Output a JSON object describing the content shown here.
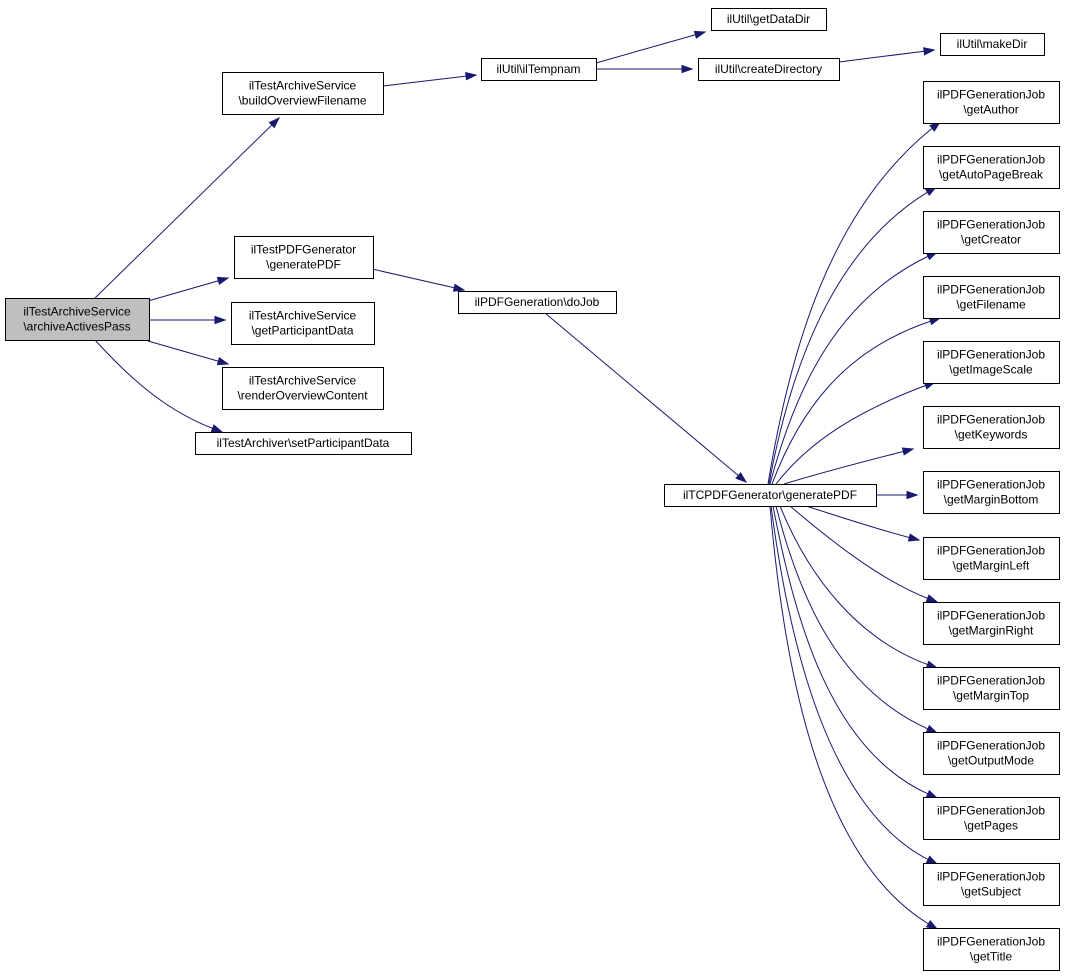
{
  "colors": {
    "edge": "#191970",
    "node_fill": "#ffffff",
    "root_fill": "#bfbfbf",
    "border": "#000000"
  },
  "nodes": [
    {
      "id": "root",
      "lines": [
        "ilTestArchiveService",
        "\\archiveActivesPass"
      ],
      "highlight": true
    },
    {
      "id": "n1",
      "lines": [
        "ilTestArchiveService",
        "\\buildOverviewFilename"
      ]
    },
    {
      "id": "n2",
      "lines": [
        "ilUtil\\ilTempnam"
      ]
    },
    {
      "id": "n3",
      "lines": [
        "ilUtil\\getDataDir"
      ]
    },
    {
      "id": "n4",
      "lines": [
        "ilUtil\\createDirectory"
      ]
    },
    {
      "id": "n5",
      "lines": [
        "ilUtil\\makeDir"
      ]
    },
    {
      "id": "n6",
      "lines": [
        "ilTestPDFGenerator",
        "\\generatePDF"
      ]
    },
    {
      "id": "n7",
      "lines": [
        "ilPDFGeneration\\doJob"
      ]
    },
    {
      "id": "n8",
      "lines": [
        "ilTCPDFGenerator\\generatePDF"
      ]
    },
    {
      "id": "n9",
      "lines": [
        "ilTestArchiveService",
        "\\getParticipantData"
      ]
    },
    {
      "id": "n10",
      "lines": [
        "ilTestArchiveService",
        "\\renderOverviewContent"
      ]
    },
    {
      "id": "n11",
      "lines": [
        "ilTestArchiver\\setParticipantData"
      ]
    },
    {
      "id": "j1",
      "lines": [
        "ilPDFGenerationJob",
        "\\getAuthor"
      ]
    },
    {
      "id": "j2",
      "lines": [
        "ilPDFGenerationJob",
        "\\getAutoPageBreak"
      ]
    },
    {
      "id": "j3",
      "lines": [
        "ilPDFGenerationJob",
        "\\getCreator"
      ]
    },
    {
      "id": "j4",
      "lines": [
        "ilPDFGenerationJob",
        "\\getFilename"
      ]
    },
    {
      "id": "j5",
      "lines": [
        "ilPDFGenerationJob",
        "\\getImageScale"
      ]
    },
    {
      "id": "j6",
      "lines": [
        "ilPDFGenerationJob",
        "\\getKeywords"
      ]
    },
    {
      "id": "j7",
      "lines": [
        "ilPDFGenerationJob",
        "\\getMarginBottom"
      ]
    },
    {
      "id": "j8",
      "lines": [
        "ilPDFGenerationJob",
        "\\getMarginLeft"
      ]
    },
    {
      "id": "j9",
      "lines": [
        "ilPDFGenerationJob",
        "\\getMarginRight"
      ]
    },
    {
      "id": "j10",
      "lines": [
        "ilPDFGenerationJob",
        "\\getMarginTop"
      ]
    },
    {
      "id": "j11",
      "lines": [
        "ilPDFGenerationJob",
        "\\getOutputMode"
      ]
    },
    {
      "id": "j12",
      "lines": [
        "ilPDFGenerationJob",
        "\\getPages"
      ]
    },
    {
      "id": "j13",
      "lines": [
        "ilPDFGenerationJob",
        "\\getSubject"
      ]
    },
    {
      "id": "j14",
      "lines": [
        "ilPDFGenerationJob",
        "\\getTitle"
      ]
    }
  ],
  "edges": [
    {
      "from": "root",
      "to": "n1"
    },
    {
      "from": "root",
      "to": "n6"
    },
    {
      "from": "root",
      "to": "n9"
    },
    {
      "from": "root",
      "to": "n10"
    },
    {
      "from": "root",
      "to": "n11"
    },
    {
      "from": "n1",
      "to": "n2"
    },
    {
      "from": "n2",
      "to": "n3"
    },
    {
      "from": "n2",
      "to": "n4"
    },
    {
      "from": "n4",
      "to": "n5"
    },
    {
      "from": "n6",
      "to": "n7"
    },
    {
      "from": "n7",
      "to": "n8"
    },
    {
      "from": "n8",
      "to": "j1"
    },
    {
      "from": "n8",
      "to": "j2"
    },
    {
      "from": "n8",
      "to": "j3"
    },
    {
      "from": "n8",
      "to": "j4"
    },
    {
      "from": "n8",
      "to": "j5"
    },
    {
      "from": "n8",
      "to": "j6"
    },
    {
      "from": "n8",
      "to": "j7"
    },
    {
      "from": "n8",
      "to": "j8"
    },
    {
      "from": "n8",
      "to": "j9"
    },
    {
      "from": "n8",
      "to": "j10"
    },
    {
      "from": "n8",
      "to": "j11"
    },
    {
      "from": "n8",
      "to": "j12"
    },
    {
      "from": "n8",
      "to": "j13"
    },
    {
      "from": "n8",
      "to": "j14"
    }
  ]
}
